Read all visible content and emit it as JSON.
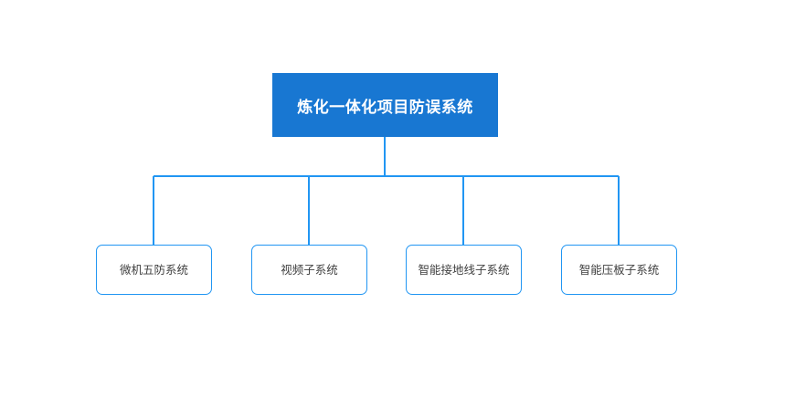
{
  "diagram": {
    "type": "organization-hierarchy-tree",
    "background_color": "#ffffff",
    "root": {
      "label": "炼化一体化项目防误系统",
      "fill_color": "#1877d2",
      "text_color": "#ffffff"
    },
    "connector": {
      "line_color": "#2196f3",
      "line_width": 2
    },
    "children": [
      {
        "label": "微机五防系统",
        "fill_color": "#ffffff",
        "border_color": "#2196f3",
        "text_color": "#3f3f3f"
      },
      {
        "label": "视频子系统",
        "fill_color": "#ffffff",
        "border_color": "#2196f3",
        "text_color": "#3f3f3f"
      },
      {
        "label": "智能接地线子系统",
        "fill_color": "#ffffff",
        "border_color": "#2196f3",
        "text_color": "#3f3f3f"
      },
      {
        "label": "智能压板子系统",
        "fill_color": "#ffffff",
        "border_color": "#2196f3",
        "text_color": "#3f3f3f"
      }
    ]
  }
}
